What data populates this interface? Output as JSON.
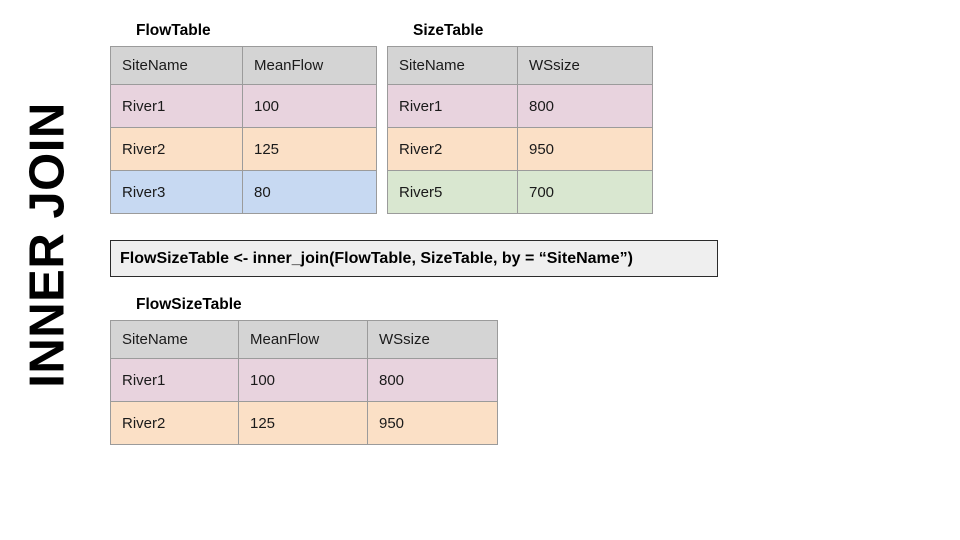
{
  "diagram": {
    "label": "INNER JOIN",
    "colors": {
      "header_fill": "#d4d4d4",
      "border": "#9b9b9b",
      "row_pink": "#e8d3de",
      "row_peach": "#fbe0c6",
      "row_blue": "#c7d9f2",
      "row_green": "#d9e7d0",
      "code_background": "#efefef",
      "code_border": "#2b2b2b"
    }
  },
  "flow_table": {
    "title": "FlowTable",
    "columns": [
      "SiteName",
      "MeanFlow"
    ],
    "rows": [
      {
        "cells": [
          "River1",
          "100"
        ],
        "fill": "fill-pink"
      },
      {
        "cells": [
          "River2",
          "125"
        ],
        "fill": "fill-peach"
      },
      {
        "cells": [
          "River3",
          "80"
        ],
        "fill": "fill-blue"
      }
    ]
  },
  "size_table": {
    "title": "SizeTable",
    "columns": [
      "SiteName",
      "WSsize"
    ],
    "rows": [
      {
        "cells": [
          "River1",
          "800"
        ],
        "fill": "fill-pink"
      },
      {
        "cells": [
          "River2",
          "950"
        ],
        "fill": "fill-peach"
      },
      {
        "cells": [
          "River5",
          "700"
        ],
        "fill": "fill-green"
      }
    ]
  },
  "code": {
    "text": "FlowSizeTable <- inner_join(FlowTable, SizeTable, by = “SiteName”)"
  },
  "result_table": {
    "title": "FlowSizeTable",
    "columns": [
      "SiteName",
      "MeanFlow",
      "WSsize"
    ],
    "rows": [
      {
        "cells": [
          "River1",
          "100",
          "800"
        ],
        "fill": "fill-pink"
      },
      {
        "cells": [
          "River2",
          "125",
          "950"
        ],
        "fill": "fill-peach"
      }
    ]
  }
}
